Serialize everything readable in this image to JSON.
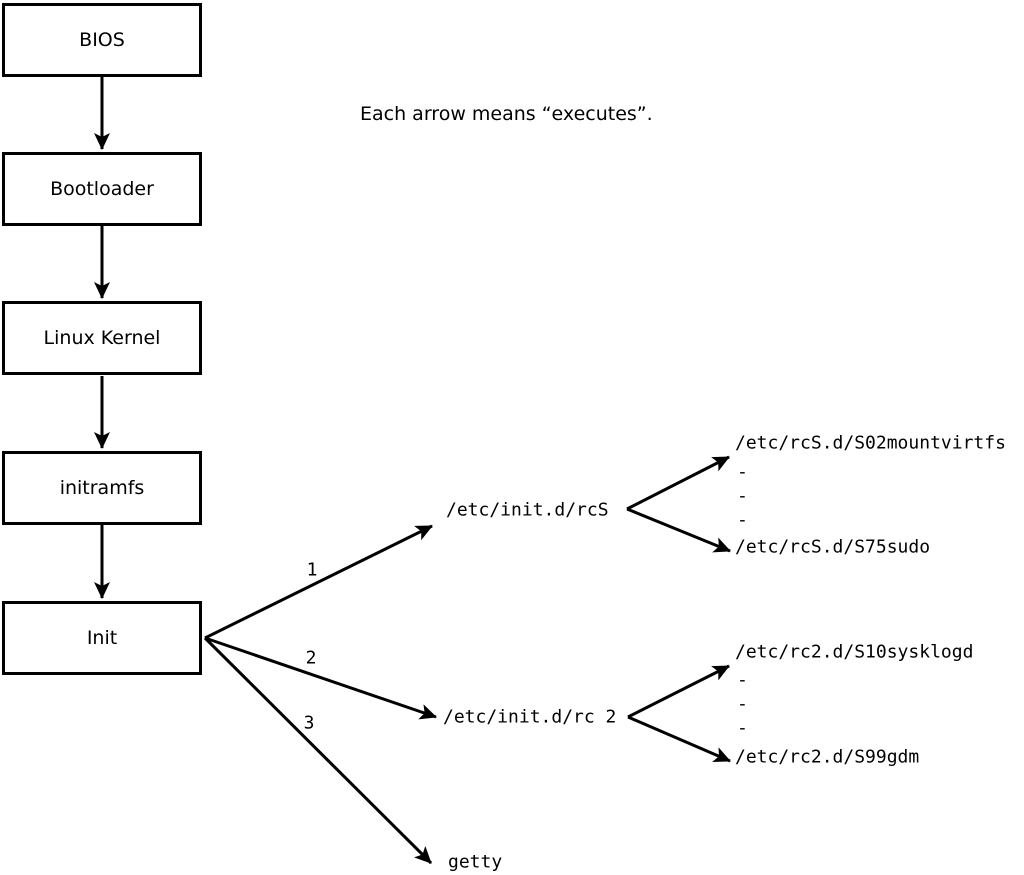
{
  "diagram": {
    "note": "Each arrow means “executes”.",
    "colors": {
      "ink": "#000000",
      "background": "#ffffff"
    },
    "flow_boxes": [
      {
        "label": "BIOS"
      },
      {
        "label": "Bootloader"
      },
      {
        "label": "Linux Kernel"
      },
      {
        "label": "initramfs"
      },
      {
        "label": "Init"
      }
    ],
    "init_branches": [
      {
        "order": "1",
        "target": "/etc/init.d/rcS",
        "children": [
          "/etc/rcS.d/S02mountvirtfs",
          "-",
          "-",
          "-",
          "/etc/rcS.d/S75sudo"
        ]
      },
      {
        "order": "2",
        "target": "/etc/init.d/rc 2",
        "children": [
          "/etc/rc2.d/S10sysklogd",
          "-",
          "-",
          "-",
          "/etc/rc2.d/S99gdm"
        ]
      },
      {
        "order": "3",
        "target": "getty",
        "children": []
      }
    ]
  }
}
